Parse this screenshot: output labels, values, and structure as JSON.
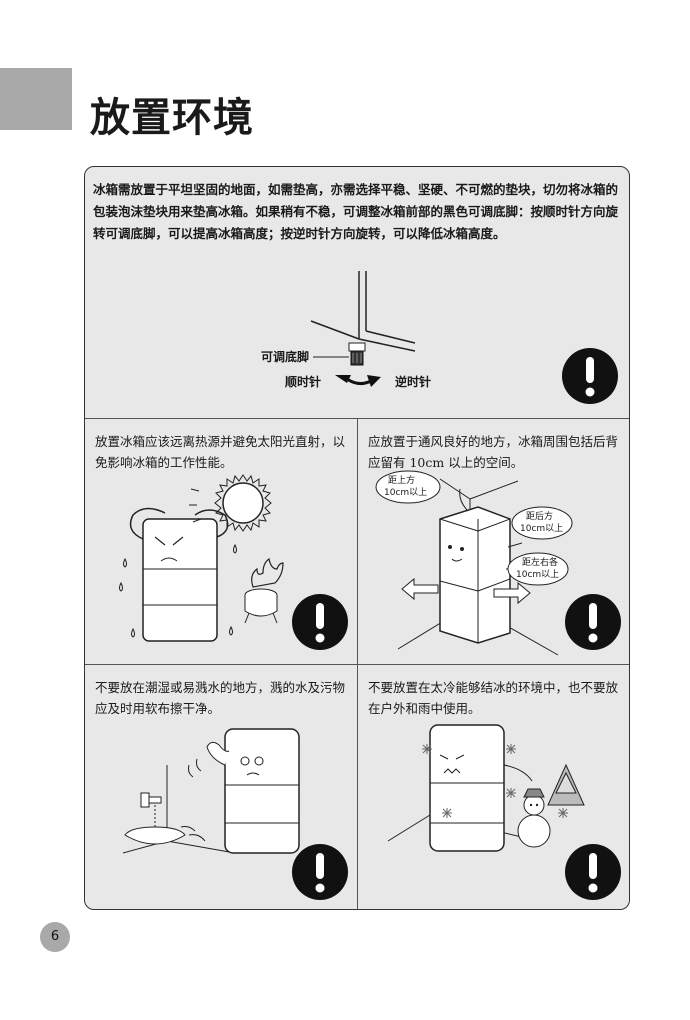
{
  "page": {
    "title": "放置环境",
    "page_number": "6"
  },
  "intro": {
    "text": "冰箱需放置于平坦坚固的地面，如需垫高，亦需选择平稳、坚硬、不可燃的垫块，切勿将冰箱的包装泡沫垫块用来垫高冰箱。如果稍有不稳，可调整冰箱前部的黑色可调底脚：按顺时针方向旋转可调底脚，可以提高冰箱高度；按逆时针方向旋转，可以降低冰箱高度。",
    "foot_label": "可调底脚",
    "clockwise_label": "顺时针",
    "counterclockwise_label": "逆时针"
  },
  "cells": [
    {
      "text": "放置冰箱应该远离热源并避免太阳光直射，以免影响冰箱的工作性能。"
    },
    {
      "text": "应放置于通风良好的地方，冰箱周围包括后背应留有 10cm 以上的空间。",
      "bubble_top_1": "距上方",
      "bubble_top_2": "10cm以上",
      "bubble_back_1": "距后方",
      "bubble_back_2": "10cm以上",
      "bubble_side_1": "距左右各",
      "bubble_side_2": "10cm以上"
    },
    {
      "text": "不要放在潮湿或易溅水的地方，溅的水及污物应及时用软布擦干净。"
    },
    {
      "text": "不要放置在太冷能够结冰的环境中，也不要放在户外和雨中使用。"
    }
  ],
  "colors": {
    "frame_bg": "#e8e8e8",
    "tab_gray": "#a9a9a9",
    "warning_fill": "#111111"
  },
  "icons": [
    "warning-exclamation-icon",
    "rotation-arrow-icon",
    "sun-icon",
    "fire-icon",
    "faucet-icon",
    "snowflake-icon",
    "snowman-icon"
  ]
}
